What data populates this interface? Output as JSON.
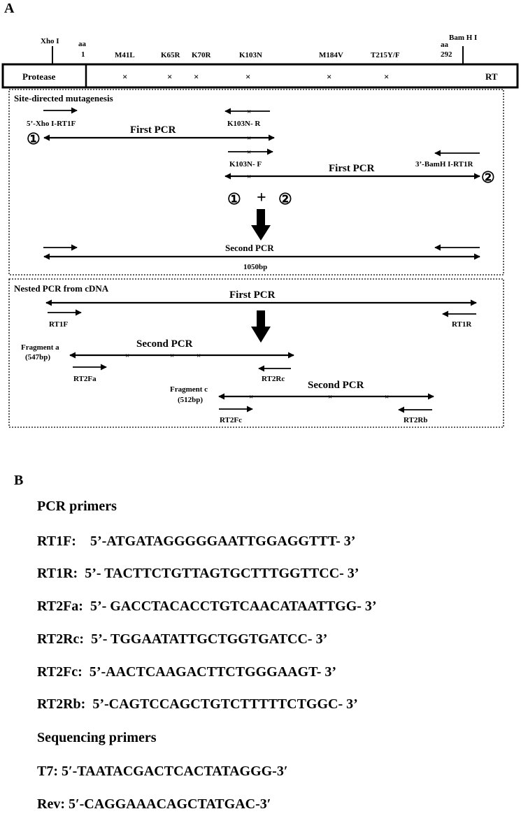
{
  "panel_a": {
    "letter": "A",
    "genome": {
      "xho": "Xho I",
      "bam": "Bam H I",
      "aa_start_label": "aa",
      "aa_start_num": "1",
      "aa_end_label": "aa",
      "aa_end_num": "292",
      "mutations": [
        "M41L",
        "K65R",
        "K70R",
        "K103N",
        "M184V",
        "T215Y/F"
      ],
      "protease": "Protease",
      "rt": "RT",
      "mark": "×"
    },
    "sdm": {
      "title": "Site-directed mutagenesis",
      "primer_5": "5’-Xho I-RT1F",
      "first_pcr_1": "First PCR",
      "k103n_r": "K103N- R",
      "k103n_f": "K103N- F",
      "first_pcr_2": "First PCR",
      "primer_3": "3’-BamH I-RT1R",
      "circle_1": "①",
      "circle_2": "②",
      "plus": "+",
      "second_pcr": "Second PCR",
      "size": "1050bp"
    },
    "nested": {
      "title": "Nested PCR from cDNA",
      "first_pcr": "First PCR",
      "rt1f": "RT1F",
      "rt1r": "RT1R",
      "frag_a": "Fragment a",
      "frag_a_size": "(547bp)",
      "second_pcr_a": "Second PCR",
      "rt2fa": "RT2Fa",
      "rt2rc": "RT2Rc",
      "frag_c": "Fragment c",
      "frag_c_size": "(512bp)",
      "second_pcr_c": "Second PCR",
      "rt2fc": "RT2Fc",
      "rt2rb": "RT2Rb"
    }
  },
  "panel_b": {
    "letter": "B",
    "pcr_header": "PCR primers",
    "pcr_primers": [
      {
        "name": "RT1F:",
        "seq": "5’-ATGATAGGGGGAATTGGAGGTTT- 3’"
      },
      {
        "name": "RT1R:",
        "seq": "5’- TACTTCTGTTAGTGCTTTGGTTCC- 3’"
      },
      {
        "name": "RT2Fa:",
        "seq": "5’- GACCTACACCTGTCAACATAATTGG- 3’"
      },
      {
        "name": "RT2Rc:",
        "seq": "5’- TGGAATATTGCTGGTGATCC- 3’"
      },
      {
        "name": "RT2Fc:",
        "seq": "5’-AACTCAAGACTTCTGGGAAGT- 3’"
      },
      {
        "name": "RT2Rb:",
        "seq": "5’-CAGTCCAGCTGTCTTTTTCTGGC- 3’"
      }
    ],
    "seq_header": "Sequencing primers",
    "seq_primers": [
      {
        "name": "T7:",
        "seq": "5′-TAATACGACTCACTATAGGG-3′"
      },
      {
        "name": "Rev:",
        "seq": "5′-CAGGAAACAGCTATGAC-3′"
      }
    ]
  }
}
